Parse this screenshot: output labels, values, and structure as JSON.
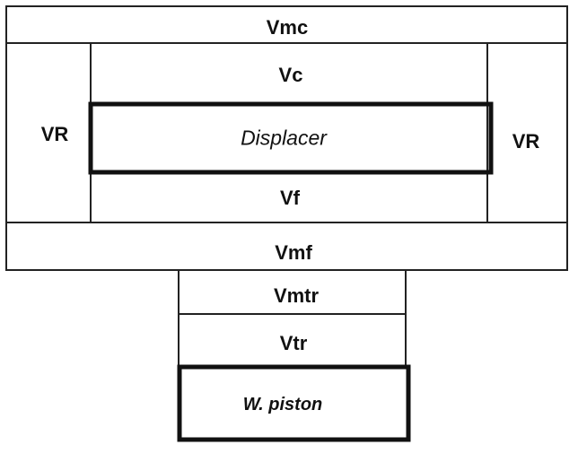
{
  "labels": {
    "vmc": "Vmc",
    "vc": "Vc",
    "vr_left": "VR",
    "displacer": "Displacer",
    "vr_right": "VR",
    "vf": "Vf",
    "vmf": "Vmf",
    "vmtr": "Vmtr",
    "vtr": "Vtr",
    "w_piston": "W. piston"
  }
}
